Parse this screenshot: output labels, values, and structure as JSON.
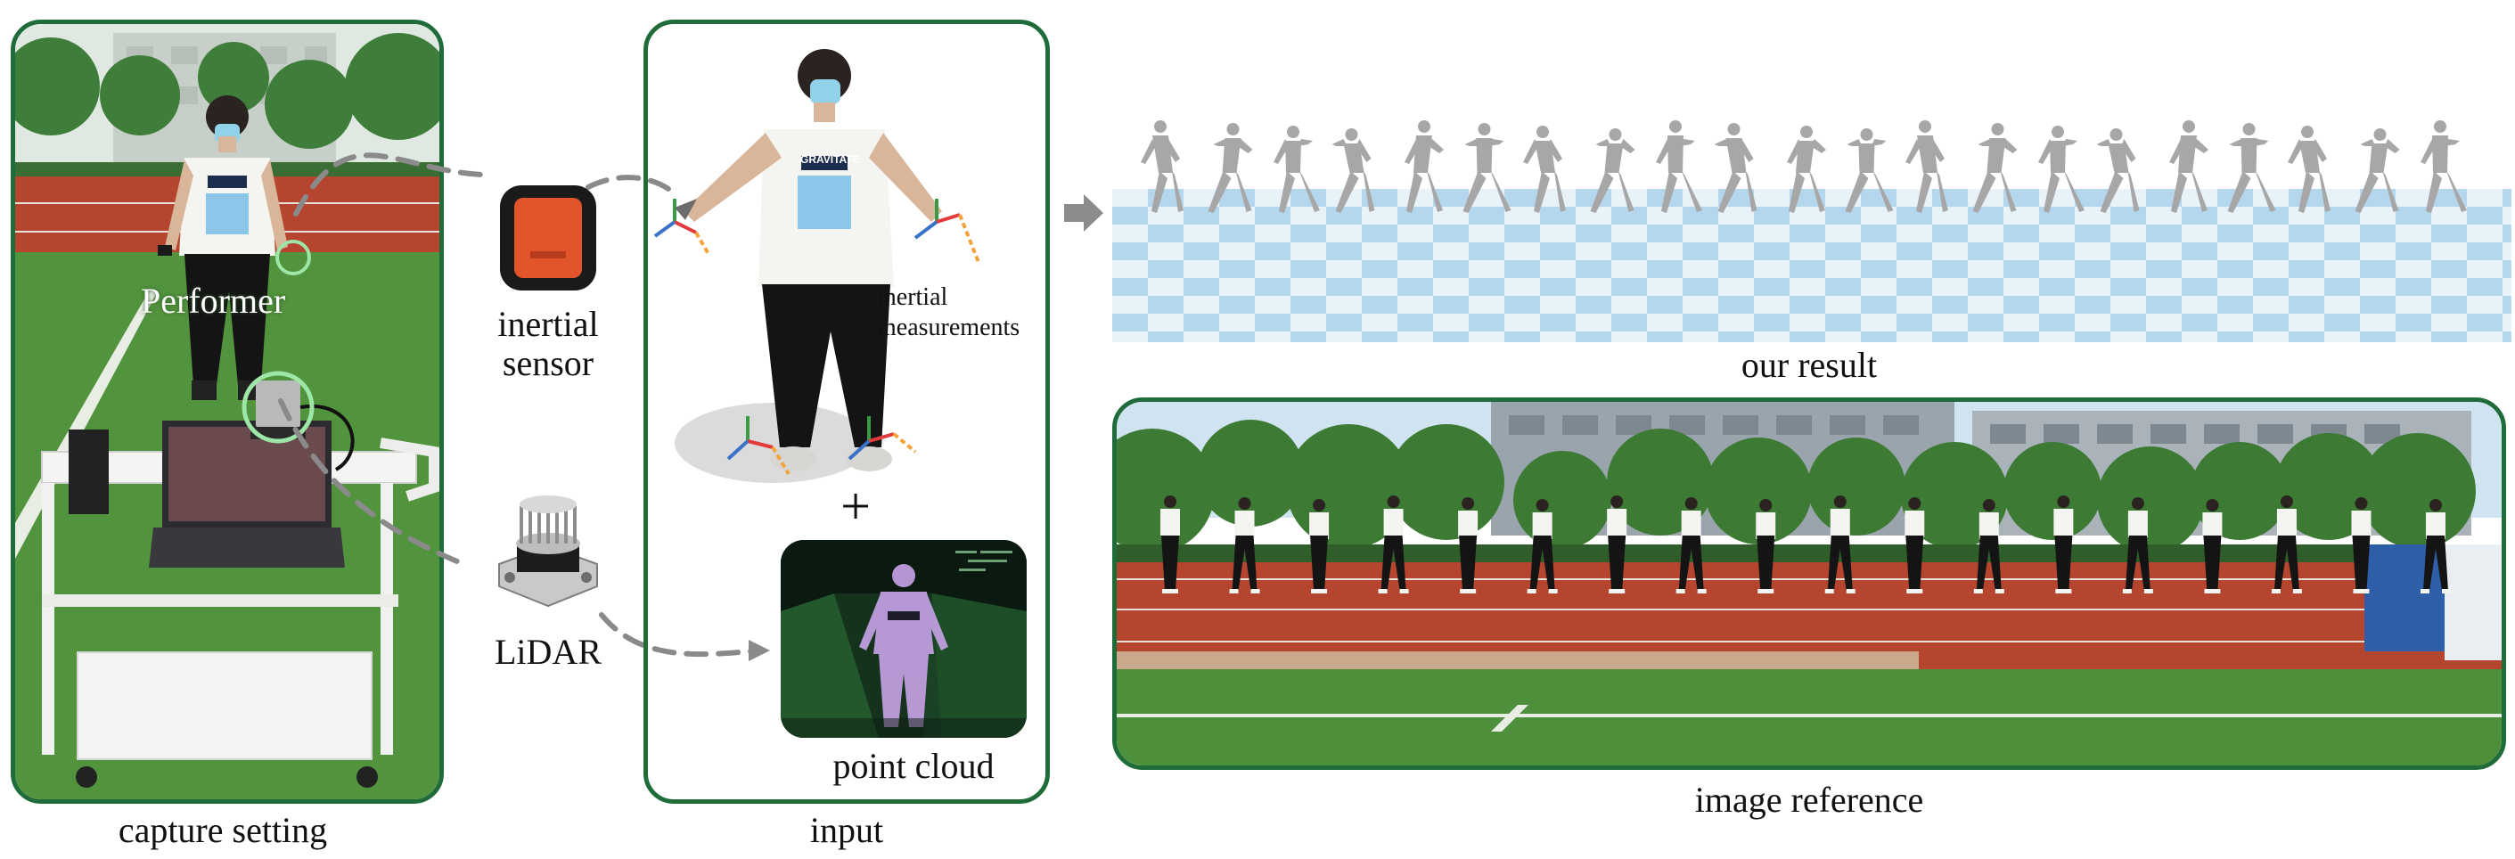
{
  "labels": {
    "capture_setting": "capture setting",
    "input": "input",
    "our_result": "our result",
    "image_reference": "image reference",
    "performer": "Performer",
    "inertial_sensor_line1": "inertial",
    "inertial_sensor_line2": "sensor",
    "lidar": "LiDAR",
    "inertial_measurements_line1": "inertial",
    "inertial_measurements_line2": "measurements",
    "point_cloud": "point cloud",
    "plus": "+",
    "shirt_text": "GRAVITATE"
  },
  "colors": {
    "panel_border": "#1f6b3a",
    "track_red": "#b5452f",
    "grass_green": "#4d8f3a",
    "sky_blue": "#cfe3f1",
    "floor_light": "#e4f0f8",
    "floor_dark": "#a9d0ea",
    "sensor_orange": "#e2552a",
    "highlight_circle": "#9ee6a8"
  },
  "sequence": {
    "result_figures": 21,
    "reference_people": 18
  }
}
